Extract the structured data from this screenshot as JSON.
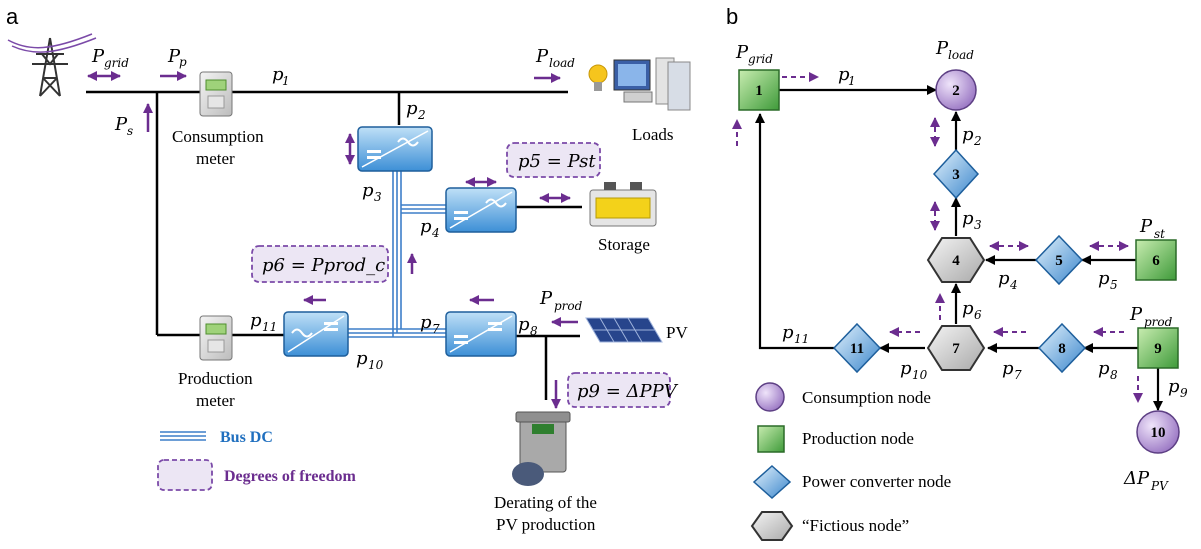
{
  "panel_a": {
    "letter": "a",
    "consumption_meter": "Consumption meter",
    "consumption_meter_l1": "Consumption",
    "consumption_meter_l2": "meter",
    "production_meter_l1": "Production",
    "production_meter_l2": "meter",
    "loads": "Loads",
    "storage": "Storage",
    "pv": "PV",
    "derating_l1": "Derating of the",
    "derating_l2": "PV production",
    "legend_bus": "Bus DC",
    "legend_dof": "Degrees of freedom",
    "eq_p5": "p5 = Pst",
    "eq_p6": "p6 = Pprod_c",
    "eq_p9": "p9 = ΔPPV",
    "p_grid": "Pgrid",
    "p_p": "Pp",
    "p_s": "Ps",
    "p_load": "Pload",
    "p_prod": "Pprod",
    "labels": [
      "p1",
      "p2",
      "p3",
      "p4",
      "p7",
      "p8",
      "p10",
      "p11"
    ]
  },
  "panel_b": {
    "letter": "b",
    "nodes": [
      "1",
      "2",
      "3",
      "4",
      "5",
      "6",
      "7",
      "8",
      "9",
      "10",
      "11"
    ],
    "p_grid": "Pgrid",
    "p_load": "Pload",
    "p_st": "Pst",
    "p_prod": "Pprod",
    "delta_pv": "ΔPPV",
    "labels": [
      "p1",
      "p2",
      "p3",
      "p4",
      "p5",
      "p6",
      "p7",
      "p8",
      "p9",
      "p10",
      "p11"
    ],
    "legend": {
      "consumption": "Consumption node",
      "production": "Production node",
      "converter": "Power converter node",
      "fictious": "“Fictious node”"
    }
  },
  "colors": {
    "purple": "#6b2d8f",
    "bus_blue": "#3d7fc9",
    "converter_blue": "#2f7fc4",
    "production_green": "#4aa84a",
    "consumption_purple": "#b79bd6",
    "fictious_grey": "#d6d6d6"
  },
  "icons": [
    "pylon-icon",
    "meter-icon",
    "lightbulb-icon",
    "computer-icon",
    "battery-icon",
    "solar-panel-icon",
    "trash-bin-icon",
    "inverter-icon"
  ]
}
